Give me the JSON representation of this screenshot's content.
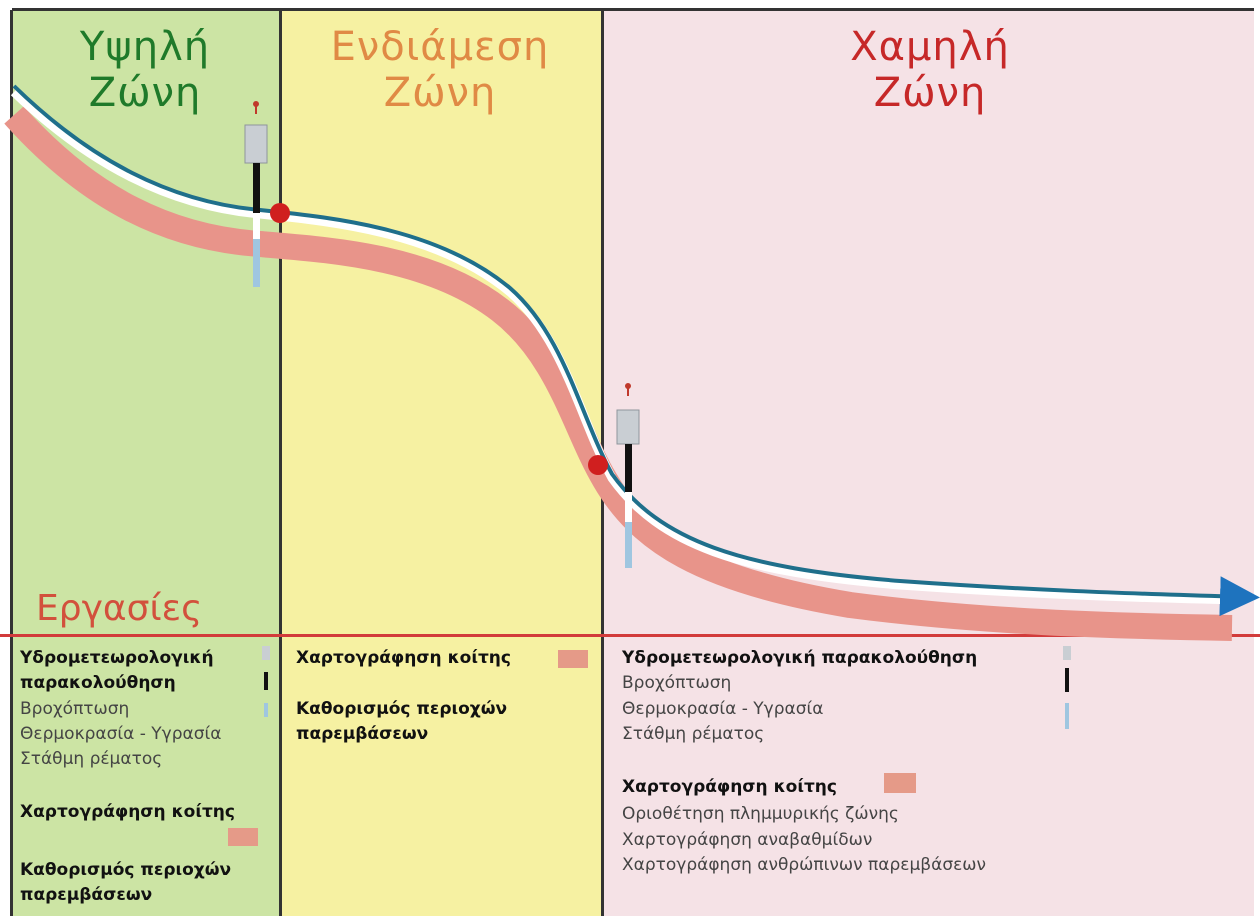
{
  "zones": {
    "high": {
      "title_line1": "Υψηλή",
      "title_line2": "Ζώνη",
      "color": "#1f7a2a"
    },
    "intermediate": {
      "title_line1": "Ενδιάμεση",
      "title_line2": "Ζώνη",
      "color": "#e08a45"
    },
    "low": {
      "title_line1": "Χαμηλή",
      "title_line2": "Ζώνη",
      "color": "#c62828"
    }
  },
  "works_title": "Εργασίες",
  "high_tasks": {
    "monitoring_line1": "Υδρομετεωρολογική",
    "monitoring_line2": "παρακολούθηση",
    "rain": "Βροχόπτωση",
    "temp": "Θερμοκρασία - Υγρασία",
    "level": "Στάθμη ρέματος",
    "mapping": "Χαρτογράφηση κοίτης",
    "areas_line1": "Καθορισμός περιοχών",
    "areas_line2": "παρεμβάσεων"
  },
  "mid_tasks": {
    "mapping": "Χαρτογράφηση κοίτης",
    "areas_line1": "Καθορισμός περιοχών",
    "areas_line2": "παρεμβάσεων"
  },
  "low_tasks": {
    "monitoring": "Υδρομετεωρολογική παρακολούθηση",
    "rain": "Βροχόπτωση",
    "temp": "Θερμοκρασία - Υγρασία",
    "level": "Στάθμη ρέματος",
    "mapping": "Χαρτογράφηση κοίτης",
    "flood": "Οριοθέτηση πλημμυρικής ζώνης",
    "weirs": "Χαρτογράφηση αναβαθμίδων",
    "human": "Χαρτογράφηση ανθρώπινων παρεμβάσεων"
  },
  "colors": {
    "river_line": "#1f6f8b",
    "channel_band": "#e8948a",
    "marker_point": "#d01f1f",
    "arrow": "#1e73be"
  },
  "icons": [
    "monitoring-station-icon",
    "river-arrow-icon",
    "zone-boundary-point-icon"
  ]
}
